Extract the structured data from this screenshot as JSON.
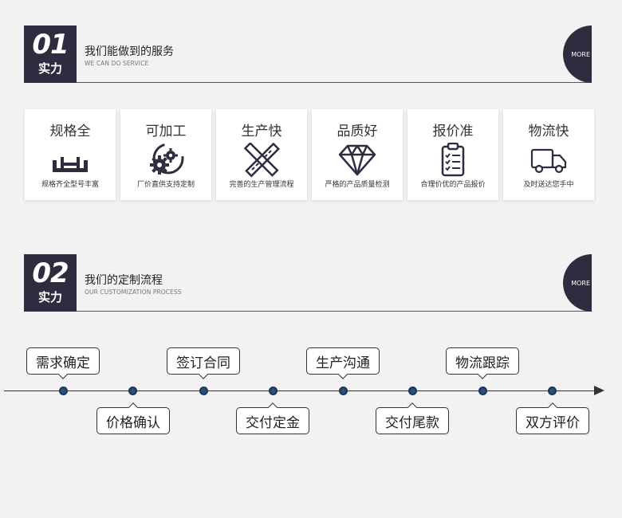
{
  "section1": {
    "number": "01",
    "label": "实力",
    "title": "我们能做到的服务",
    "subtitle": "WE CAN DO SERVICE",
    "more": "MORE"
  },
  "services": [
    {
      "title": "规格全",
      "icon": "shelves-icon",
      "desc": "规格齐全型号丰富"
    },
    {
      "title": "可加工",
      "icon": "gears-icon",
      "desc": "厂价直供支持定制"
    },
    {
      "title": "生产快",
      "icon": "ruler-pencil-icon",
      "desc": "完善的生产管理流程"
    },
    {
      "title": "品质好",
      "icon": "diamond-icon",
      "desc": "严格的产品质量检测"
    },
    {
      "title": "报价准",
      "icon": "clipboard-icon",
      "desc": "合理价优的产品报价"
    },
    {
      "title": "物流快",
      "icon": "truck-icon",
      "desc": "及时送达您手中"
    }
  ],
  "section2": {
    "number": "02",
    "label": "实力",
    "title": "我们的定制流程",
    "subtitle": "OUR CUSTOMIZATION PROCESS",
    "more": "MORE"
  },
  "process": [
    {
      "step": "需求确定",
      "position": "above"
    },
    {
      "step": "价格确认",
      "position": "below"
    },
    {
      "step": "签订合同",
      "position": "above"
    },
    {
      "step": "交付定金",
      "position": "below"
    },
    {
      "step": "生产沟通",
      "position": "above"
    },
    {
      "step": "交付尾款",
      "position": "below"
    },
    {
      "step": "物流跟踪",
      "position": "above"
    },
    {
      "step": "双方评价",
      "position": "below"
    }
  ],
  "colors": {
    "dark": "#2d2d3f",
    "dot": "#2a4d7a",
    "background": "#f2f2f2"
  }
}
